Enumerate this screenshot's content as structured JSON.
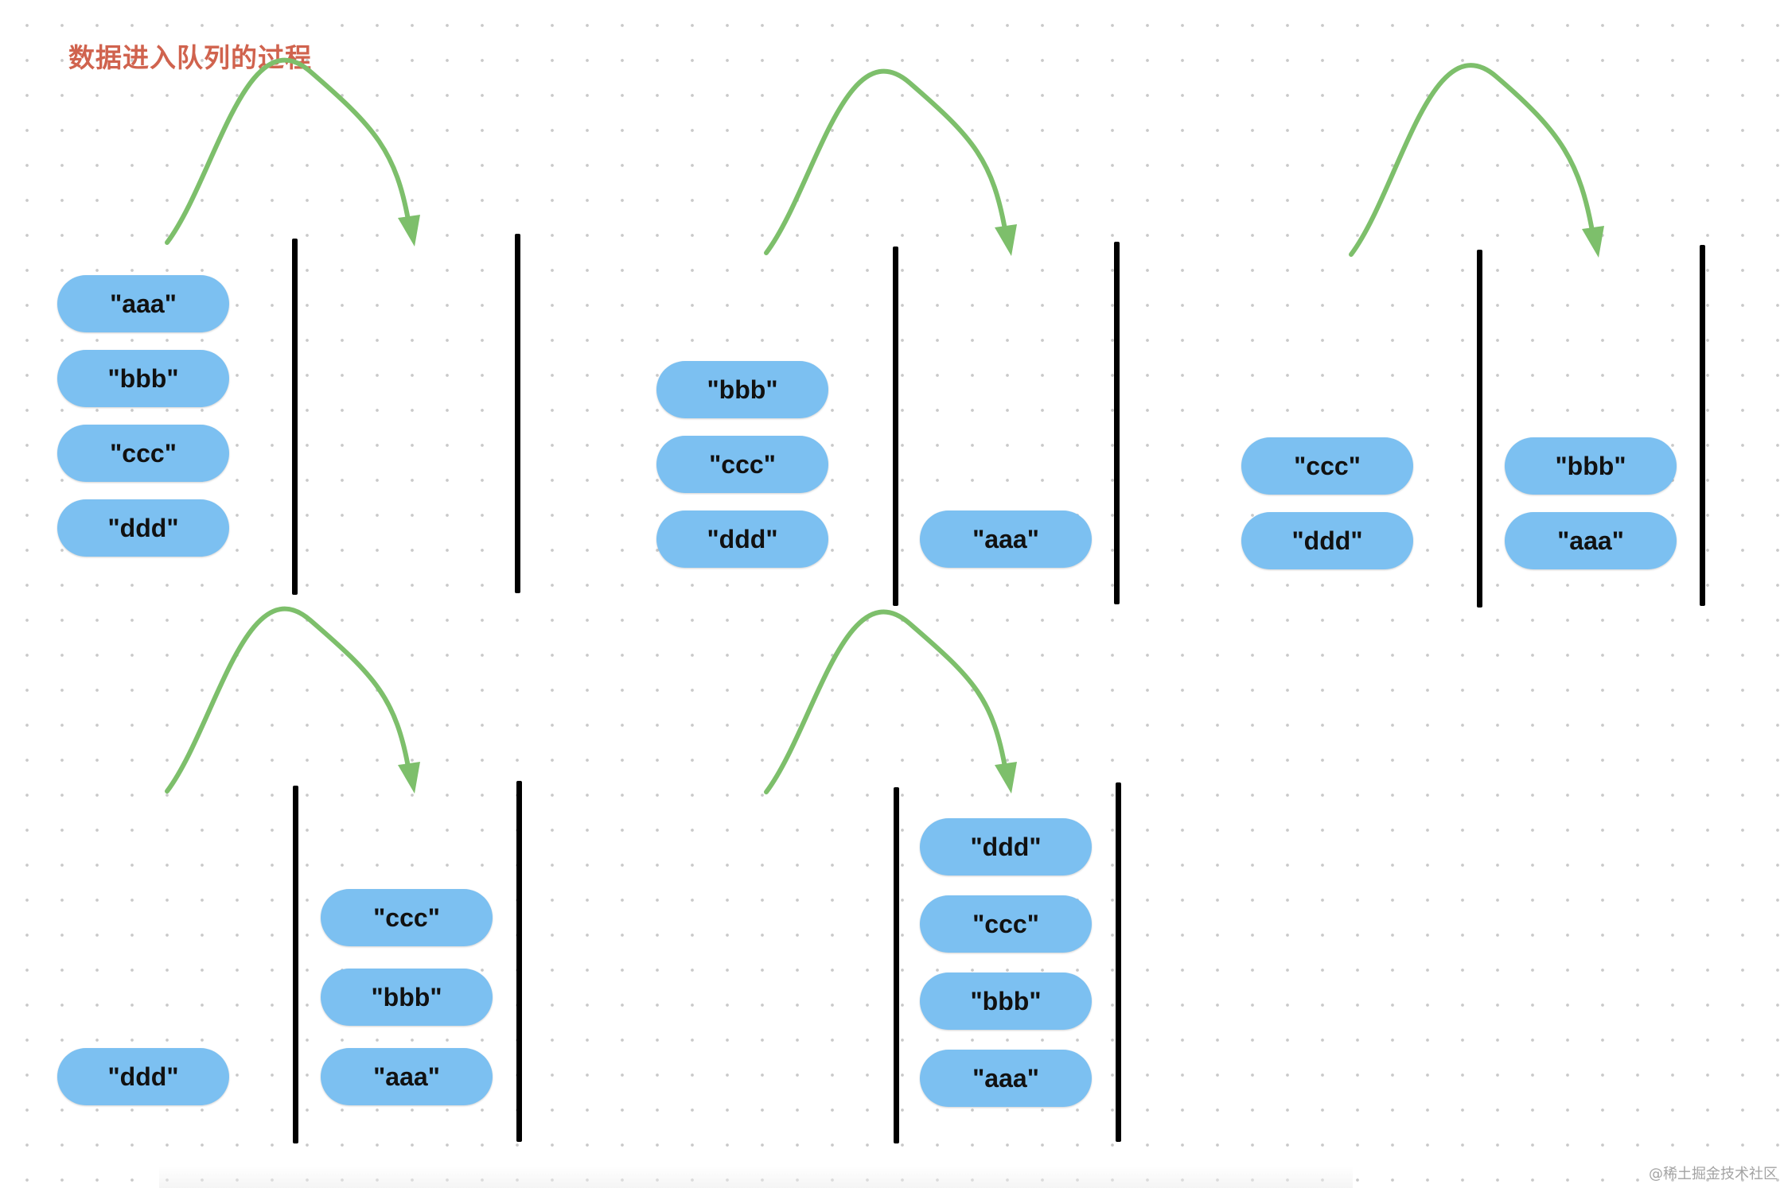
{
  "title": "数据进入队列的过程",
  "watermark": "@稀土掘金技术社区",
  "colors": {
    "title": "#d0634e",
    "pill": "#7cc0f1",
    "arrow": "#7dbf6b",
    "wall": "#000000",
    "dot": "#c9c9c9"
  },
  "stages": [
    {
      "waiting": [
        "\"aaa\"",
        "\"bbb\"",
        "\"ccc\"",
        "\"ddd\""
      ],
      "queue": []
    },
    {
      "waiting": [
        "\"bbb\"",
        "\"ccc\"",
        "\"ddd\""
      ],
      "queue": [
        "\"aaa\""
      ]
    },
    {
      "waiting": [
        "\"ccc\"",
        "\"ddd\""
      ],
      "queue": [
        "\"bbb\"",
        "\"aaa\""
      ]
    },
    {
      "waiting": [
        "\"ddd\""
      ],
      "queue": [
        "\"ccc\"",
        "\"bbb\"",
        "\"aaa\""
      ]
    },
    {
      "waiting": [],
      "queue": [
        "\"ddd\"",
        "\"ccc\"",
        "\"bbb\"",
        "\"aaa\""
      ]
    }
  ]
}
